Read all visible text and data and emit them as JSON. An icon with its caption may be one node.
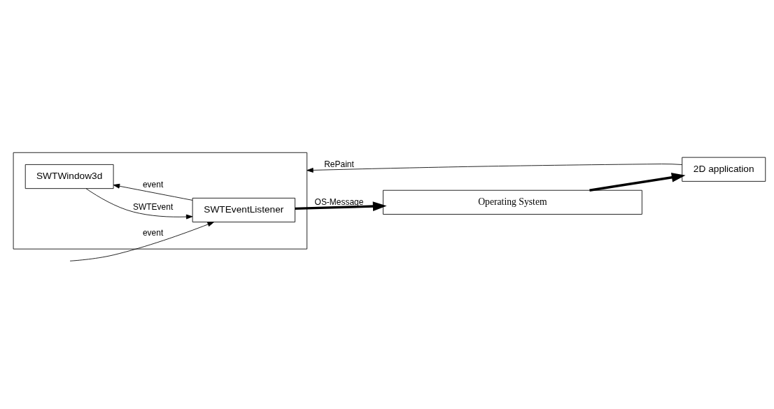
{
  "diagram": {
    "nodes": [
      {
        "text": [
          "2D application"
        ]
      },
      {
        "text": [],
        "shape": "box"
      },
      {
        "text": [
          "SWTWindow3d"
        ],
        "in": 1
      },
      {
        "text": [
          "SWTEventListener"
        ],
        "in": 1
      },
      {
        "text": [
          "Operating System"
        ]
      }
    ],
    "edges": [
      {
        "from": 0,
        "to": 1,
        "arrow": "to",
        "label": "RePaint"
      },
      {
        "from": null,
        "to": 3,
        "arrow": "to",
        "label": "event"
      },
      {
        "from": 3,
        "to": 2,
        "arrow": "to",
        "label": "event"
      },
      {
        "from": 2,
        "to": 3,
        "arrow": "to",
        "label": "SWTEvent"
      },
      {
        "from": 3,
        "to": 4,
        "arrow": "to",
        "label": "OS-Message",
        "style": "thick"
      },
      {
        "from": 4,
        "to": 0,
        "arrow": "to",
        "style": "thick"
      }
    ]
  }
}
